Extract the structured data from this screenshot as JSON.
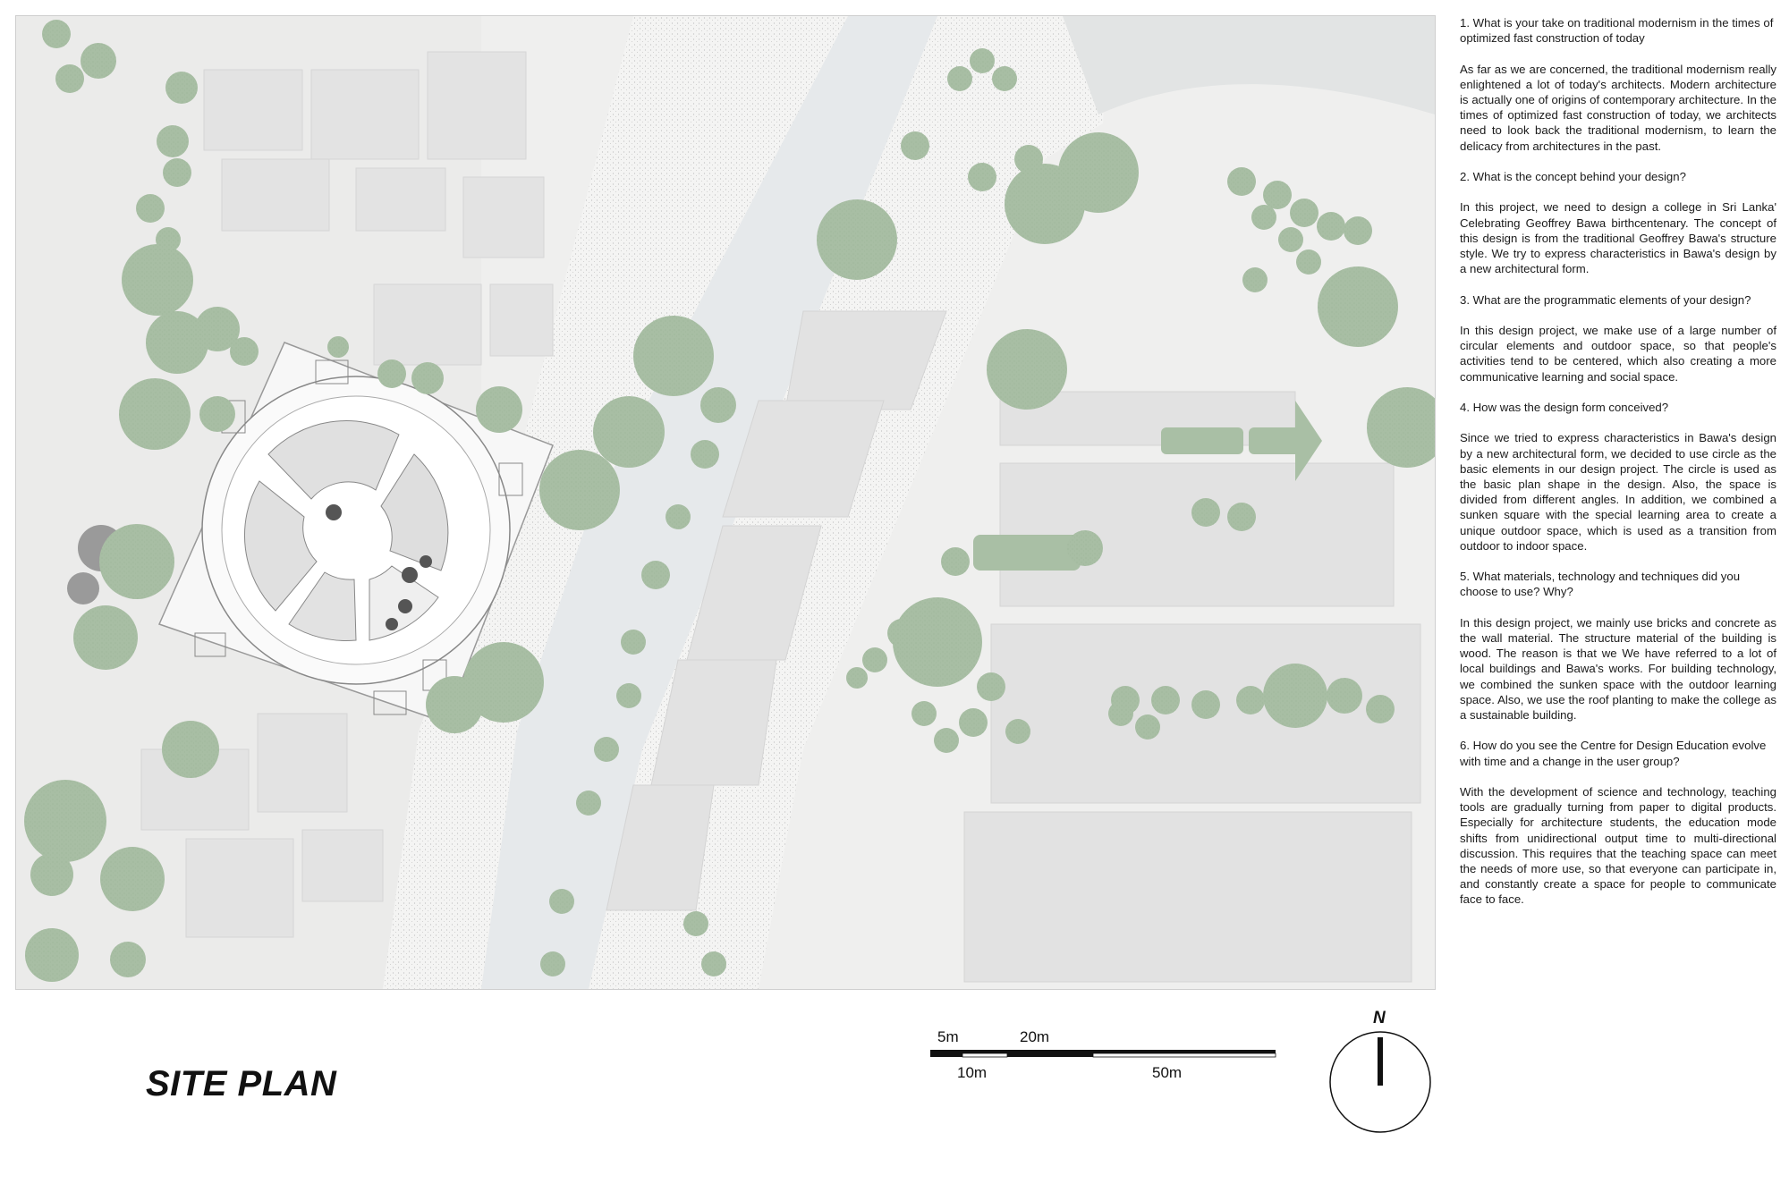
{
  "title": "SITE PLAN",
  "scale_bar": {
    "labels_top": [
      "5m",
      "20m"
    ],
    "labels_bottom": [
      "10m",
      "50m"
    ]
  },
  "compass": {
    "label": "N"
  },
  "qa": [
    {
      "q": "1. What is your take on traditional modernism in the times of optimized fast construction of today",
      "a": "As far as we are concerned, the traditional modernism really enlightened a lot of today's architects. Modern architecture is actually one of origins of contemporary architecture. In the times of optimized fast construction of today, we architects need to look back the traditional modernism, to learn the delicacy from architectures in the past."
    },
    {
      "q": "2. What is the concept behind your design?",
      "a": "In this project, we need to design a college in Sri Lanka'  Celebrating Geoffrey Bawa birthcentenary. The concept of this design is from the traditional Geoffrey Bawa's structure style. We try to express characteristics in Bawa's design by a new architectural form."
    },
    {
      "q": "3. What are the programmatic elements of your design?",
      "a": "In this design project, we make use of a large number of circular elements and outdoor space, so that people's activities tend to be centered, which also creating a more communicative learning and social space."
    },
    {
      "q": "4. How was the design form conceived?",
      "a": "Since we tried to express characteristics in Bawa's design by a new architectural form, we decided to use circle as the basic elements in our design project. The circle is used as the basic plan shape in the design. Also, the space is divided from different angles. In addition, we combined a sunken square with the special learning area to create a unique outdoor space, which is used as a transition from outdoor to indoor space."
    },
    {
      "q": "5. What materials, technology and techniques did you choose to use? Why?",
      "a": "In this design project, we mainly use bricks and concrete as the wall material. The structure material of the building is wood. The reason is that we We have referred to a lot of local buildings and Bawa's works. For building technology, we combined the sunken space with the outdoor learning space. Also, we use the roof planting to make the college as a sustainable building."
    },
    {
      "q": "6. How do you see the Centre for Design Education evolve with time and a change in the user group?",
      "a": "With the development of science and technology, teaching tools are gradually turning from paper to digital products. Especially for architecture students, the education mode shifts from unidirectional output time to multi-directional discussion. This requires that the teaching space can meet the needs of more use, so that everyone can participate in, and constantly create a space for people to communicate face to face."
    }
  ],
  "colors": {
    "tree": "#a9bfa5",
    "building": "#e4e4e4",
    "ground": "#f2f2f1",
    "road": "#eceeef"
  }
}
